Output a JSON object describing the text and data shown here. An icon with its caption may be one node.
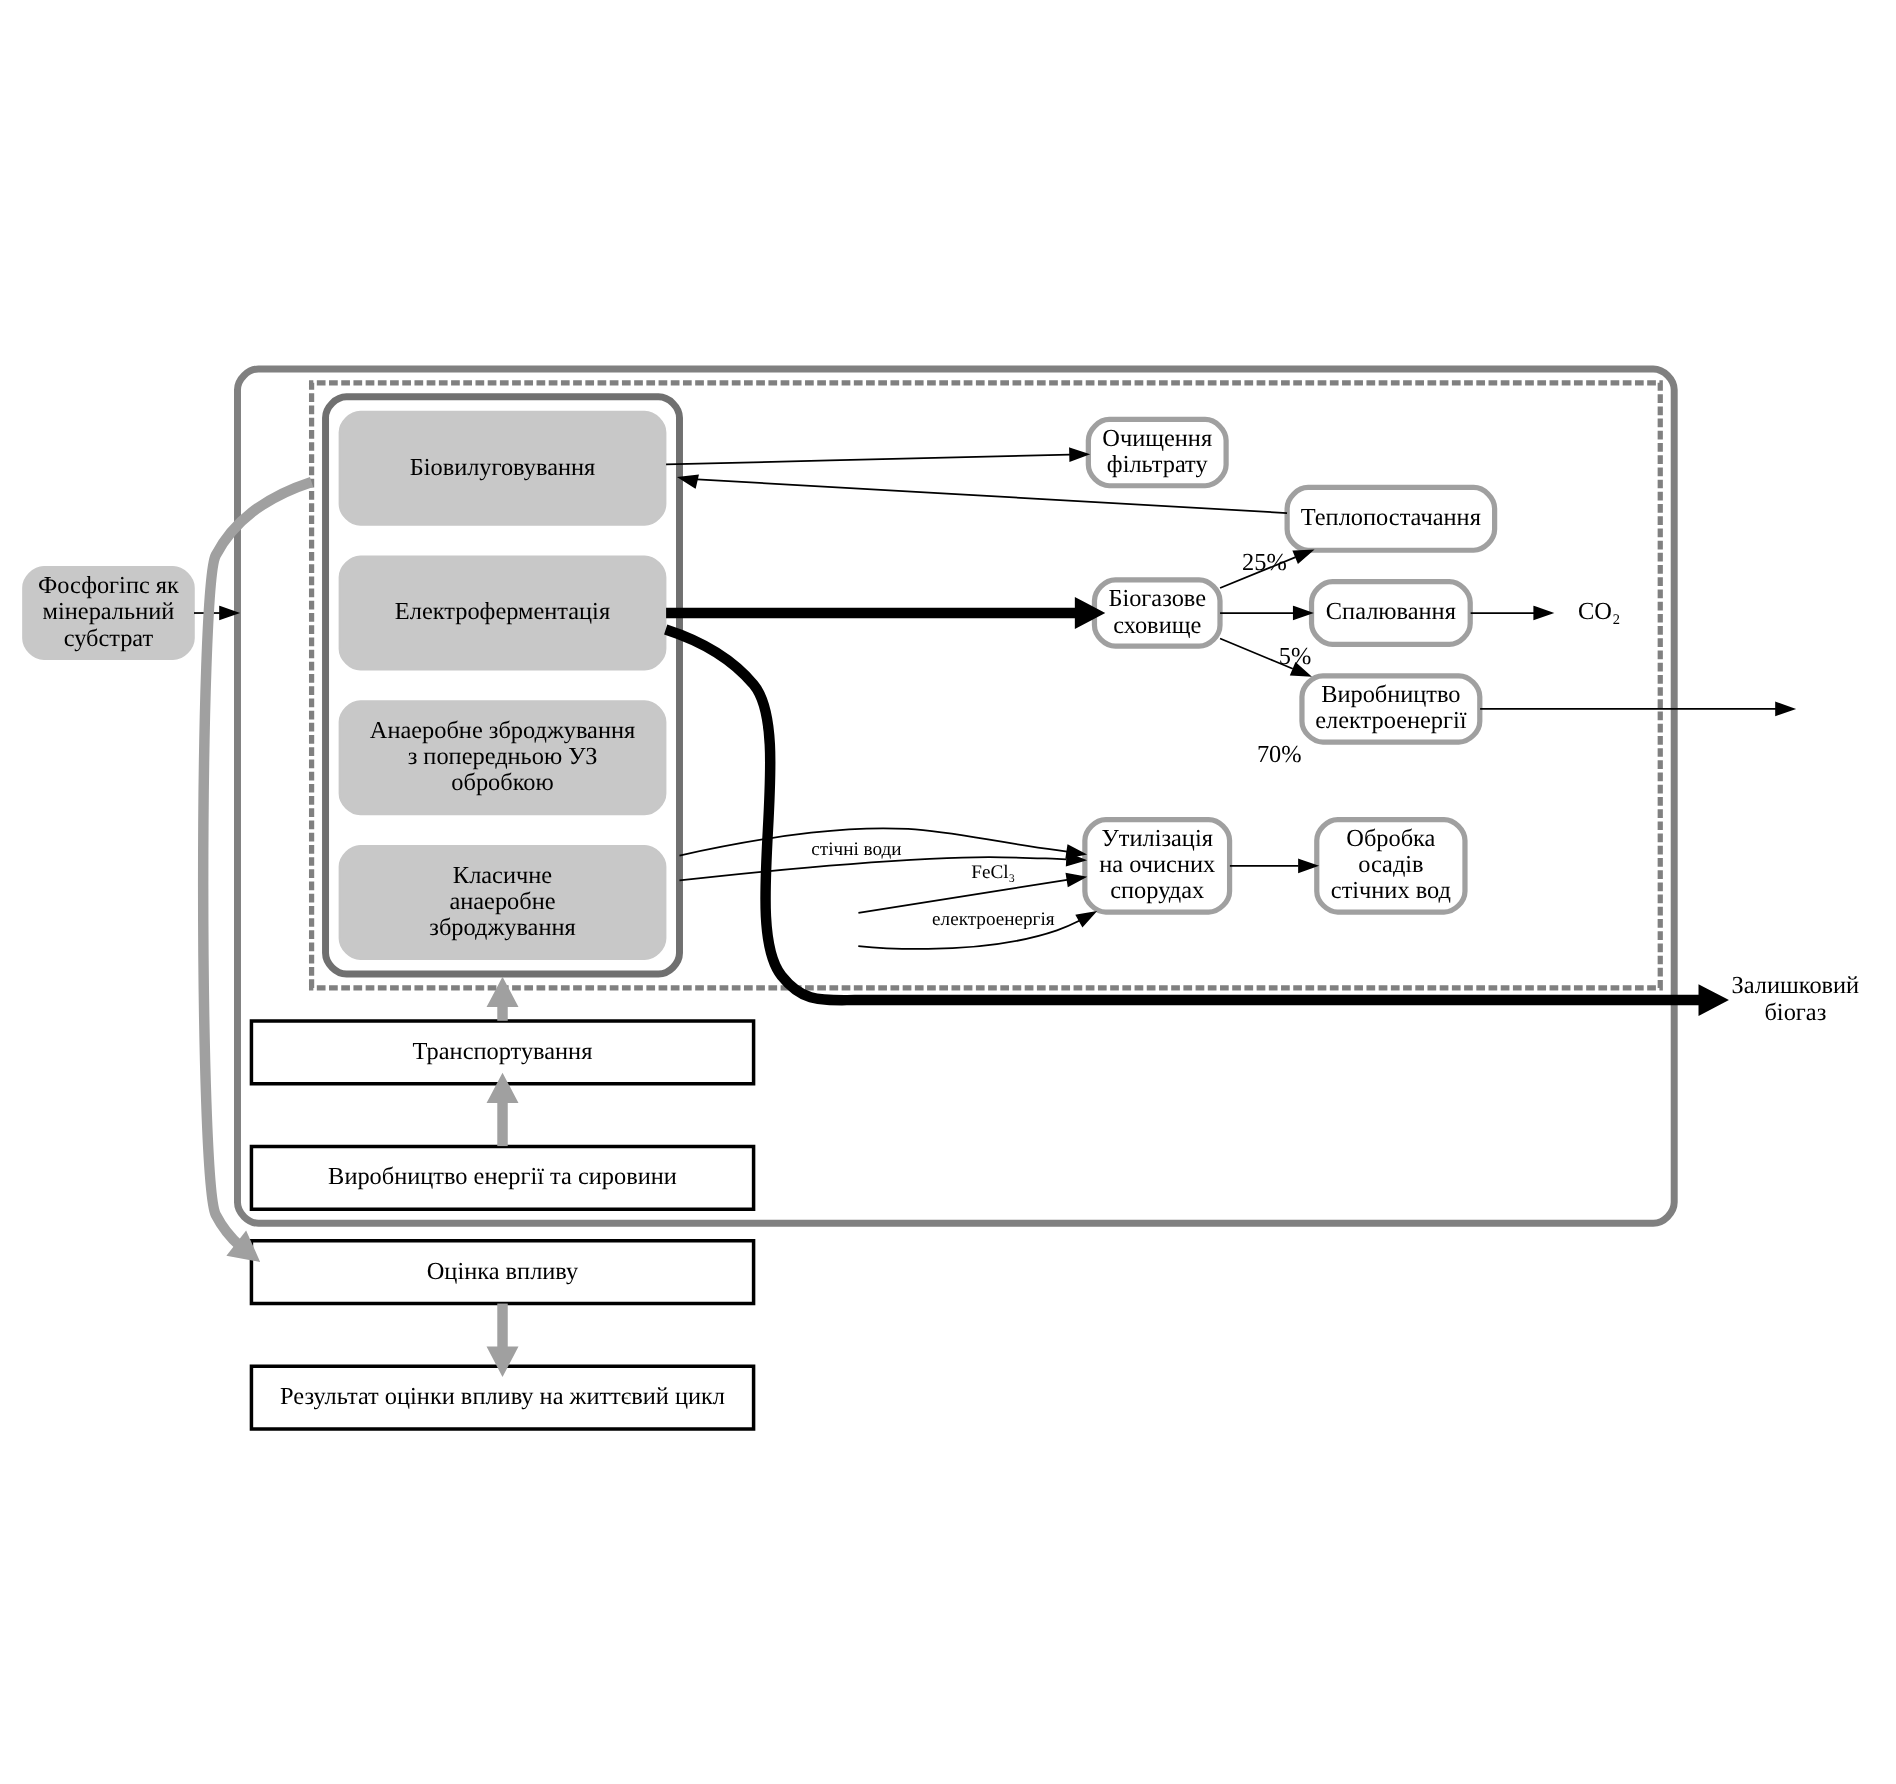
{
  "diagram": {
    "nodes": [
      {
        "text": [],
        "shape": "box"
      },
      {
        "text": [
          "Виробництво енергії та сировини"
        ],
        "in": 0
      },
      {
        "text": [
          "Транспортування"
        ],
        "in": 0
      },
      {
        "text": [],
        "shape": "box",
        "in": 0
      },
      {
        "text": [],
        "shape": "box",
        "in": 3
      },
      {
        "text": [
          "Класичне анаеробне зброджування"
        ],
        "in": 4
      },
      {
        "text": [
          "Анаеробне зброджування з попередньою УЗ обробкою"
        ],
        "in": 4
      },
      {
        "text": [
          "Електроферментація"
        ],
        "in": 4
      },
      {
        "text": [
          "Біовилуговування"
        ],
        "in": 4
      },
      {
        "text": [
          "Утилізація на очисних спорудах"
        ],
        "in": 3
      },
      {
        "text": [
          "Обробка осадів стічних вод"
        ],
        "in": 3
      },
      {
        "text": [
          "Біогазове сховище"
        ],
        "in": 3
      },
      {
        "text": [
          "Спалювання"
        ],
        "beside": [
          "5%"
        ],
        "in": 3
      },
      {
        "text": [
          "Виробництво електроенергії"
        ],
        "beside": [
          "70%"
        ],
        "in": 3
      },
      {
        "text": [
          "Теплопостачання"
        ],
        "beside": [
          "25%"
        ],
        "in": 3
      },
      {
        "text": [
          "Очищення фільтрату"
        ],
        "in": 3
      },
      {
        "text": [
          "Залишковий біогаз"
        ]
      },
      {
        "text": [
          "CO₂"
        ],
        "in": 3
      },
      {
        "text": [
          "Фосфогіпс як мінеральний субстрат"
        ]
      },
      {
        "text": [
          "Оцінка впливу"
        ]
      },
      {
        "text": [
          "Результат оцінки впливу на життєвий цикл"
        ]
      }
    ],
    "edges": [
      {
        "from": 1,
        "to": 2,
        "arrow": "to",
        "style": "thick",
        "color": "#a0a0a0"
      },
      {
        "from": 2,
        "to": 3,
        "arrow": "to",
        "style": "thick",
        "color": "#a0a0a0"
      },
      {
        "from": 18,
        "to": 0,
        "arrow": "to"
      },
      {
        "from": null,
        "to": 9,
        "arrow": "to",
        "label": "електроенергія"
      },
      {
        "from": null,
        "to": 9,
        "arrow": "to",
        "label": "FeCl₃"
      },
      {
        "from": 4,
        "to": 9,
        "arrow": "to",
        "label": "стічні води"
      },
      {
        "from": 4,
        "to": 9,
        "arrow": "to"
      },
      {
        "from": 9,
        "to": 10,
        "arrow": "to"
      },
      {
        "from": 7,
        "to": 16,
        "arrow": "to",
        "style": "thick"
      },
      {
        "from": 7,
        "to": 11,
        "arrow": "to",
        "style": "thick"
      },
      {
        "from": 11,
        "to": 12,
        "arrow": "to"
      },
      {
        "from": 11,
        "to": 13,
        "arrow": "to"
      },
      {
        "from": 11,
        "to": 14,
        "arrow": "to"
      },
      {
        "from": 12,
        "to": 17,
        "arrow": "to"
      },
      {
        "from": 13,
        "to": null,
        "arrow": "to"
      },
      {
        "from": 14,
        "to": 4,
        "arrow": "to"
      },
      {
        "from": 8,
        "to": 15,
        "arrow": "to"
      },
      {
        "from": 3,
        "to": 19,
        "arrow": "to",
        "style": "thick",
        "color": "#a0a0a0"
      },
      {
        "from": 19,
        "to": 20,
        "arrow": "to",
        "style": "thick",
        "color": "#a0a0a0"
      }
    ]
  }
}
